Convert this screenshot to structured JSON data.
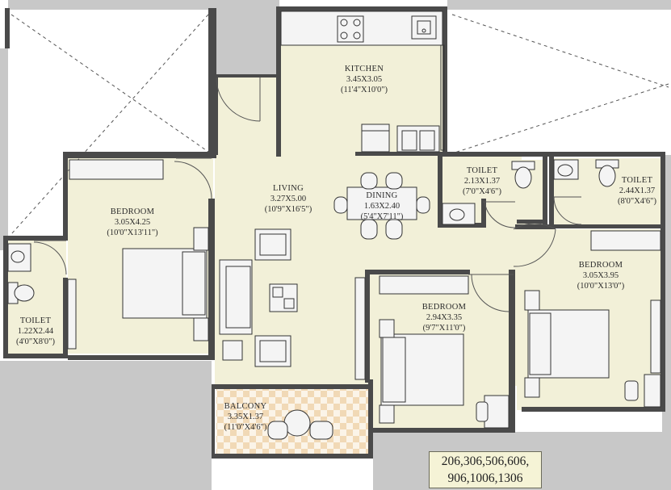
{
  "rooms": {
    "kitchen": {
      "name": "KITCHEN",
      "dim": "3.45X3.05",
      "imperial": "(11'4\"X10'0\")"
    },
    "living": {
      "name": "LIVING",
      "dim": "3.27X5.00",
      "imperial": "(10'9\"X16'5\")"
    },
    "dining": {
      "name": "DINING",
      "dim": "1.63X2.40",
      "imperial": "(5'4\"X7'11\")"
    },
    "bedroom_left": {
      "name": "BEDROOM",
      "dim": "3.05X4.25",
      "imperial": "(10'0\"X13'11\")"
    },
    "bedroom_center": {
      "name": "BEDROOM",
      "dim": "2.94X3.35",
      "imperial": "(9'7\"X11'0\")"
    },
    "bedroom_right": {
      "name": "BEDROOM",
      "dim": "3.05X3.95",
      "imperial": "(10'0\"X13'0\")"
    },
    "toilet_left": {
      "name": "TOILET",
      "dim": "1.22X2.44",
      "imperial": "(4'0\"X8'0\")"
    },
    "toilet_mid": {
      "name": "TOILET",
      "dim": "2.13X1.37",
      "imperial": "(7'0\"X4'6\")"
    },
    "toilet_right": {
      "name": "TOILET",
      "dim": "2.44X1.37",
      "imperial": "(8'0\"X4'6\")"
    },
    "balcony": {
      "name": "BALCONY",
      "dim": "3.35X1.37",
      "imperial": "(11'0\"X4'6\")"
    }
  },
  "unit_numbers": {
    "line1": "206,306,506,606,",
    "line2": "906,1006,1306"
  },
  "colors": {
    "floor": "#f2f0d8",
    "wall": "#4a4a4a",
    "void": "#c8c8c8",
    "furniture_fill": "#f4f4f4",
    "balcony_check": "#f1d9b6"
  }
}
